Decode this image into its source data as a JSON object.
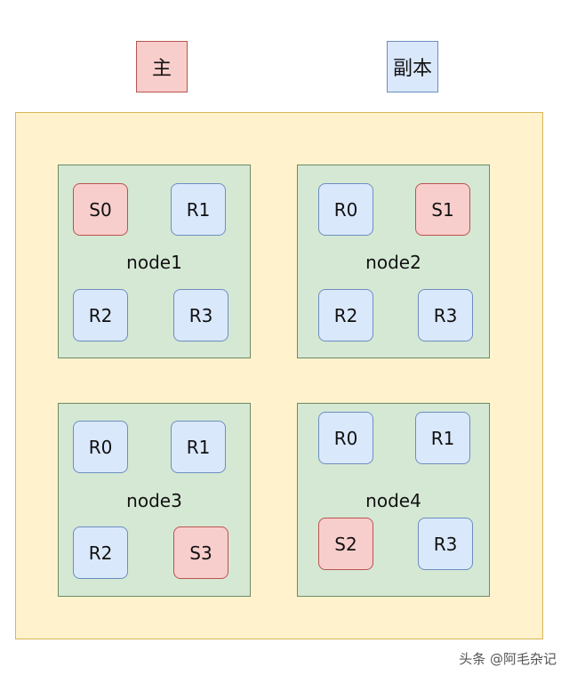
{
  "legend": {
    "primary_label": "主",
    "replica_label": "副本"
  },
  "colors": {
    "primary_fill": "#f8cecc",
    "replica_fill": "#dae8fc",
    "node_fill": "#d5e8d4",
    "cluster_fill": "#fff2cc"
  },
  "nodes": [
    {
      "label": "node1",
      "shards": [
        {
          "label": "S0",
          "role": "primary"
        },
        {
          "label": "R1",
          "role": "replica"
        },
        {
          "label": "R2",
          "role": "replica"
        },
        {
          "label": "R3",
          "role": "replica"
        }
      ]
    },
    {
      "label": "node2",
      "shards": [
        {
          "label": "R0",
          "role": "replica"
        },
        {
          "label": "S1",
          "role": "primary"
        },
        {
          "label": "R2",
          "role": "replica"
        },
        {
          "label": "R3",
          "role": "replica"
        }
      ]
    },
    {
      "label": "node3",
      "shards": [
        {
          "label": "R0",
          "role": "replica"
        },
        {
          "label": "R1",
          "role": "replica"
        },
        {
          "label": "R2",
          "role": "replica"
        },
        {
          "label": "S3",
          "role": "primary"
        }
      ]
    },
    {
      "label": "node4",
      "shards": [
        {
          "label": "R0",
          "role": "replica"
        },
        {
          "label": "R1",
          "role": "replica"
        },
        {
          "label": "S2",
          "role": "primary"
        },
        {
          "label": "R3",
          "role": "replica"
        }
      ]
    }
  ],
  "watermark": "头条 @阿毛杂记"
}
